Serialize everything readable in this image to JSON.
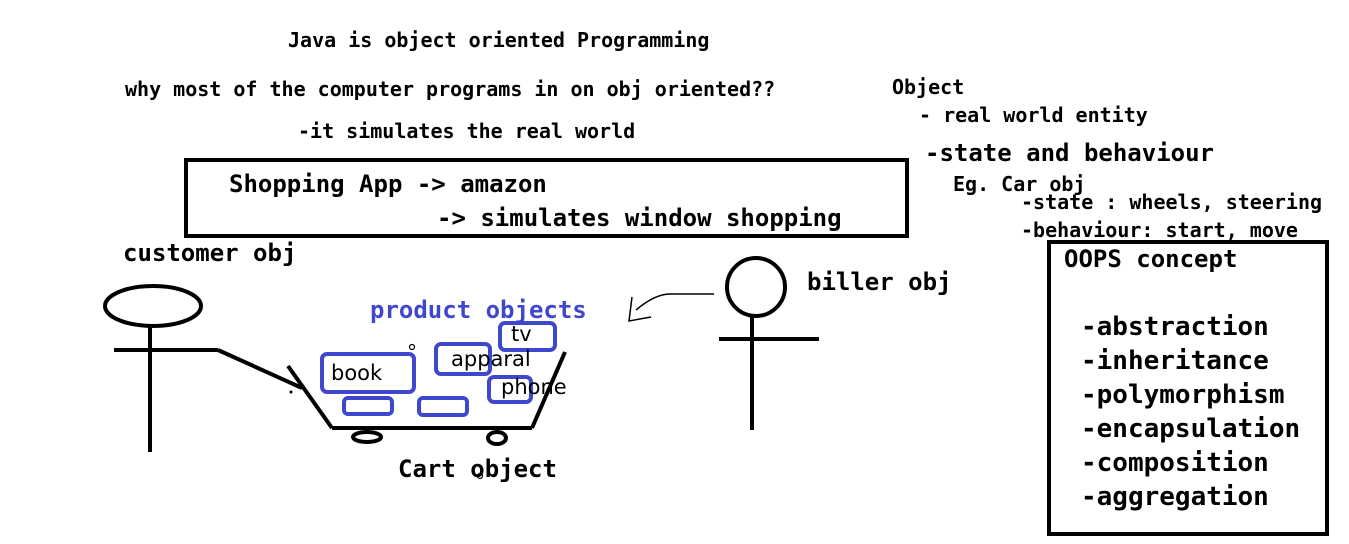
{
  "header": {
    "title": "Java is object oriented Programming",
    "question": "why most of the computer programs in on obj oriented??",
    "answer": "-it simulates the real world"
  },
  "shopping_box": {
    "line1": "Shopping App -> amazon",
    "line2": "-> simulates window shopping"
  },
  "object_notes": {
    "heading": "Object",
    "point1": "- real world entity",
    "point2": "-state and behaviour",
    "example": "Eg. Car obj",
    "state": "-state : wheels, steering",
    "behaviour": "-behaviour: start, move"
  },
  "oops": {
    "title": "OOPS concept",
    "items": [
      "-abstraction",
      "-inheritance",
      "-polymorphism",
      "-encapsulation",
      "-composition",
      "-aggregation"
    ]
  },
  "figures": {
    "customer": "customer obj",
    "biller": "biller obj",
    "products_label": "product objects",
    "cart": "Cart object"
  },
  "products": {
    "tv": "tv",
    "apparal": "apparal",
    "book": "book",
    "phone": "phone"
  },
  "colors": {
    "ink": "#000000",
    "product_blue": "#3f48cc"
  }
}
